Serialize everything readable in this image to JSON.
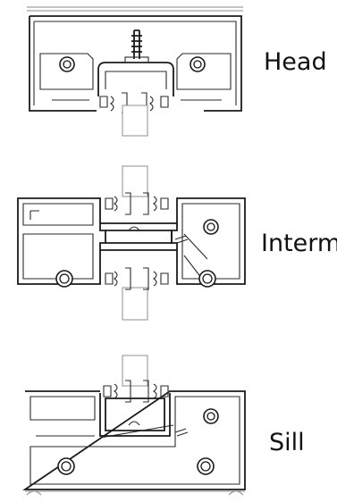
{
  "labels": {
    "head": "Head",
    "intermediate": "Interm",
    "sill": "Sill"
  },
  "colors": {
    "line": "#1a1a1a",
    "glass": "#8f8f8f",
    "background": "#ffffff"
  }
}
